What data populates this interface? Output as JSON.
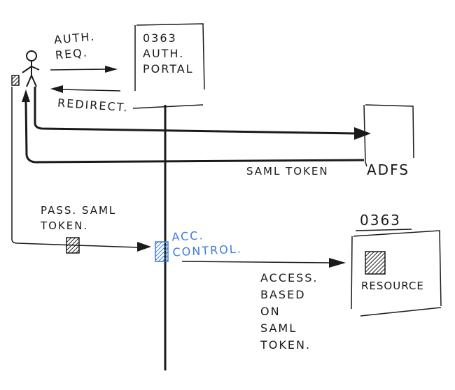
{
  "labels": {
    "auth_request": "AUTH.\nREQ.",
    "portal": "0363\nAUTH.\nPORTAL",
    "redirect": "REDIRECT.",
    "saml_token": "SAML TOKEN",
    "adfs": "ADFS",
    "pass_saml_token": "PASS. SAML\nTOKEN.",
    "access_control": "ACC.\nCONTROL.",
    "o365_resource_title": "0363",
    "resource": "RESOURCE",
    "access_based": "ACCESS.\nBASED\nON\nSAML\nTOKEN."
  },
  "colors": {
    "ink": "#1a1a1a",
    "blue": "#3b7fd6"
  }
}
